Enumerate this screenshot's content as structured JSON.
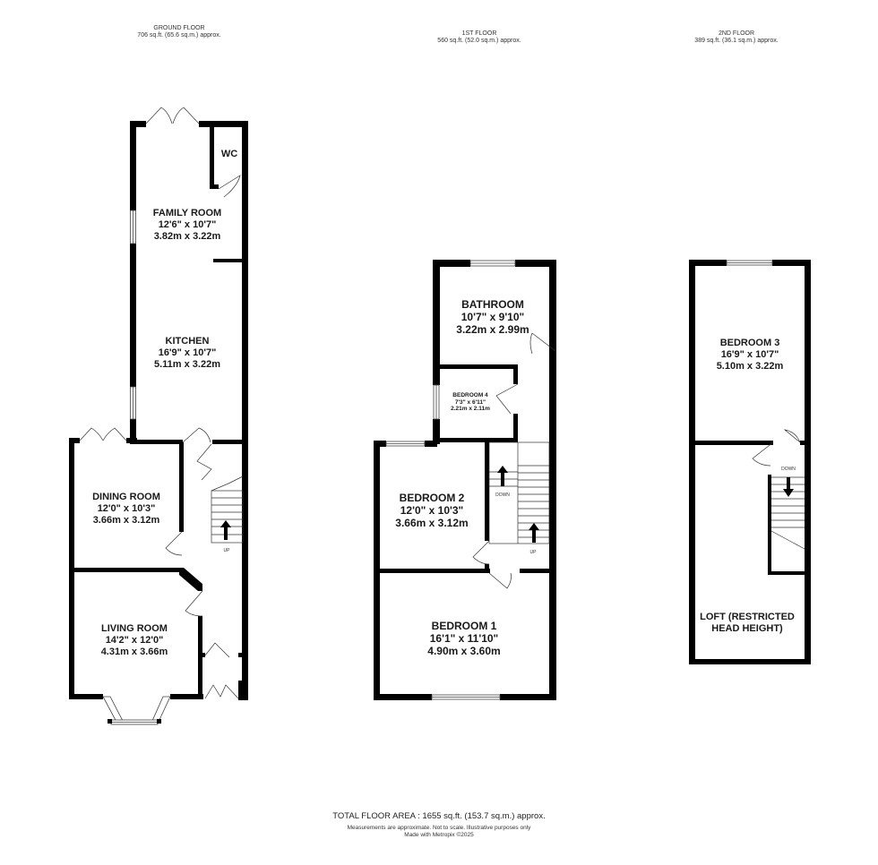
{
  "floors": [
    {
      "id": "ground",
      "title": "GROUND FLOOR",
      "area": "706 sq.ft. (65.6 sq.m.) approx.",
      "rooms": [
        {
          "name": "WC",
          "imperial": "",
          "metric": ""
        },
        {
          "name": "FAMILY ROOM",
          "imperial": "12'6\"  x 10'7\"",
          "metric": "3.82m  x 3.22m"
        },
        {
          "name": "KITCHEN",
          "imperial": "16'9\"  x 10'7\"",
          "metric": "5.11m  x 3.22m"
        },
        {
          "name": "DINING ROOM",
          "imperial": "12'0\"  x 10'3\"",
          "metric": "3.66m  x 3.12m"
        },
        {
          "name": "LIVING ROOM",
          "imperial": "14'2\"  x 12'0\"",
          "metric": "4.31m  x 3.66m"
        }
      ],
      "stairs": [
        {
          "label": "UP"
        }
      ]
    },
    {
      "id": "first",
      "title": "1ST FLOOR",
      "area": "560 sq.ft. (52.0 sq.m.) approx.",
      "rooms": [
        {
          "name": "BATHROOM",
          "imperial": "10'7\"  x 9'10\"",
          "metric": "3.22m  x 2.99m"
        },
        {
          "name": "BEDROOM 4",
          "imperial": "7'3\"  x 6'11\"",
          "metric": "2.21m  x 2.11m"
        },
        {
          "name": "BEDROOM 2",
          "imperial": "12'0\"  x 10'3\"",
          "metric": "3.66m  x 3.12m"
        },
        {
          "name": "BEDROOM 1",
          "imperial": "16'1\"  x 11'10\"",
          "metric": "4.90m  x 3.60m"
        }
      ],
      "stairs": [
        {
          "label": "DOWN"
        },
        {
          "label": "UP"
        }
      ]
    },
    {
      "id": "second",
      "title": "2ND FLOOR",
      "area": "389 sq.ft. (36.1 sq.m.) approx.",
      "rooms": [
        {
          "name": "BEDROOM 3",
          "imperial": "16'9\"  x 10'7\"",
          "metric": "5.10m  x 3.22m"
        },
        {
          "name": "LOFT (RESTRICTED",
          "imperial": "HEAD HEIGHT)",
          "metric": ""
        }
      ],
      "stairs": [
        {
          "label": "DOWN"
        }
      ]
    }
  ],
  "footer": {
    "total": "TOTAL FLOOR AREA : 1655 sq.ft. (153.7 sq.m.) approx.",
    "disclaimer": "Measurements are approximate.  Not to scale.  Illustrative purposes only",
    "credit": "Made with Metropix ©2025"
  },
  "colors": {
    "wall": "#000000",
    "window": "#ffffff",
    "background": "#ffffff",
    "text": "#1a1a1a"
  }
}
